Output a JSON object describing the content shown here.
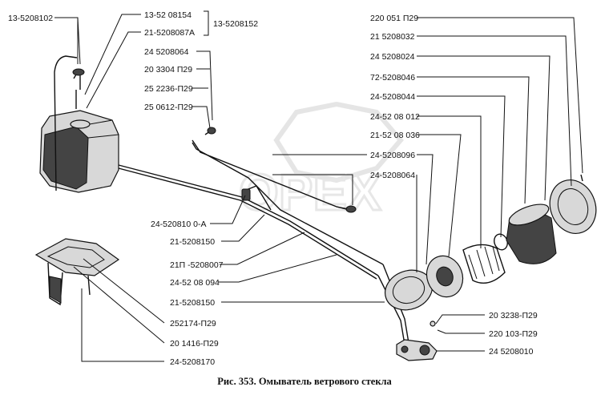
{
  "watermark": "OPEX",
  "caption": "Рис. 353. Омыватель ветрового стекла",
  "labels": {
    "l1": "13-5208102",
    "l2": "13-52 08154",
    "l3": "21-5208087А",
    "l4": "13-5208152",
    "l5": "24 5208064",
    "l6": "20 3304 П29",
    "l7": "25 2236-П29",
    "l8": "25 0612-П29",
    "l9": "220 051 П29",
    "l10": "21 5208032",
    "l11": "24 5208024",
    "l12": "72-5208046",
    "l13": "24-5208044",
    "l14": "24-52 08 012",
    "l15": "21-52 08 036",
    "l16": "24-5208096",
    "l17": "24-5208064",
    "l18": "24-520810 0-А",
    "l19": "21-5208150",
    "l20": "21П -5208007",
    "l21": "24-52 08 094",
    "l22": "21-5208150",
    "l23": "252174-П29",
    "l24": "20 1416-П29",
    "l25": "24-5208170",
    "l26": "20 3238-П29",
    "l27": "220 103-П29",
    "l28": "24 5208010"
  }
}
